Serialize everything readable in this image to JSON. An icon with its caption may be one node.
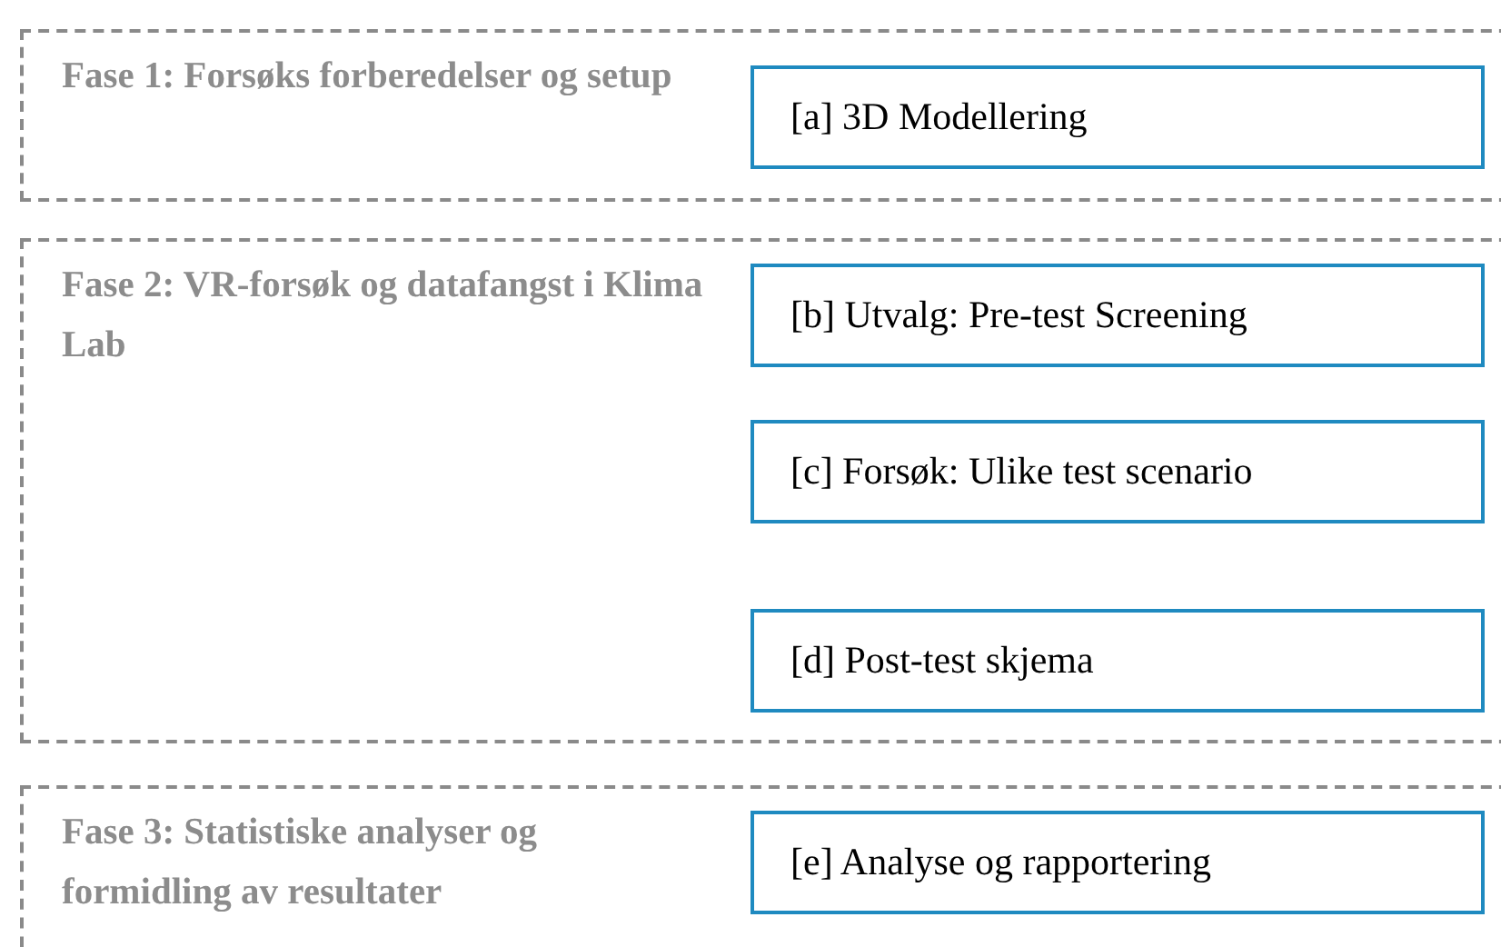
{
  "diagram": {
    "nodes": [
      {
        "text": [
          "Fase 1: Forsøks forberedelser og setup"
        ]
      },
      {
        "text": [
          "[a] 3D Modellering"
        ],
        "in": 0
      },
      {
        "text": [
          "Fase 2: VR-forsøk og datafangst i Klima Lab"
        ]
      },
      {
        "text": [
          "[b] Utvalg: Pre-test Screening"
        ],
        "in": 2
      },
      {
        "text": [
          "[c] Forsøk: Ulike test scenario"
        ],
        "in": 2
      },
      {
        "text": [
          "[d] Post-test skjema"
        ],
        "in": 2
      },
      {
        "text": [
          "Fase 3: Statistiske analyser og formidling av resultater"
        ]
      },
      {
        "text": [
          "[e] Analyse og rapportering"
        ],
        "in": 6
      }
    ]
  }
}
